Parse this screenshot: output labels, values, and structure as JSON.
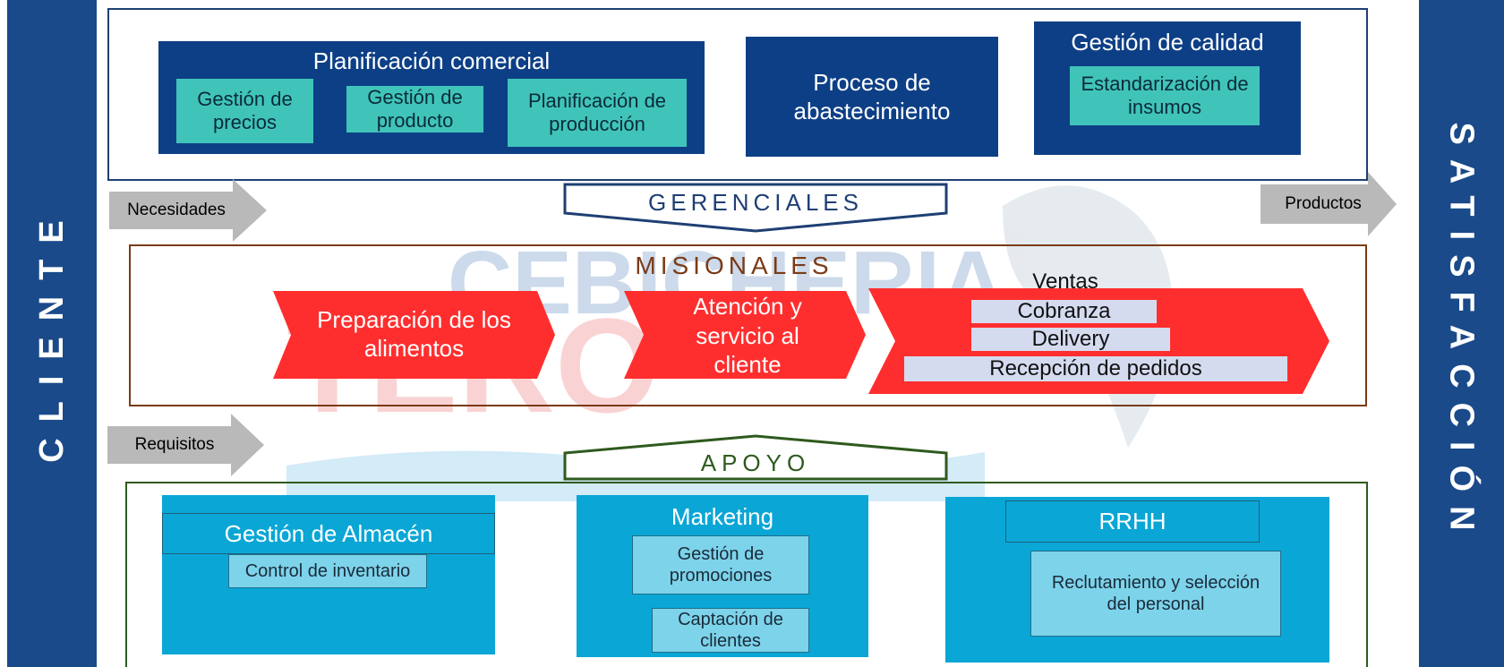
{
  "sides": {
    "left": "CLIENTE",
    "right": "SATISFACCIÓN"
  },
  "flow_labels": {
    "needs": "Necesidades",
    "products": "Productos",
    "requirements": "Requisitos"
  },
  "gerenciales": {
    "title": "GERENCIALES",
    "planificacion": {
      "title": "Planificación comercial",
      "items": [
        "Gestión de precios",
        "Gestión de producto",
        "Planificación de producción"
      ]
    },
    "abastecimiento": "Proceso de abastecimiento",
    "calidad": {
      "title": "Gestión de calidad",
      "item": "Estandarización de insumos"
    }
  },
  "misionales": {
    "title": "MISIONALES",
    "steps": [
      "Preparación de los alimentos",
      "Atención y servicio al cliente"
    ],
    "ventas": {
      "title": "Ventas",
      "items": [
        "Cobranza",
        "Delivery",
        "Recepción de pedidos"
      ]
    }
  },
  "apoyo": {
    "title": "APOYO",
    "almacen": {
      "title": "Gestión de Almacén",
      "item": "Control de inventario"
    },
    "marketing": {
      "title": "Marketing",
      "items": [
        "Gestión de promociones",
        "Captación de clientes"
      ]
    },
    "rrhh": {
      "title": "RRHH",
      "item": "Reclutamiento y selección del personal"
    }
  },
  "watermark": {
    "text_line1": "CEBICHERIA",
    "text_line2": "TERO"
  },
  "colors": {
    "side_bar": "#1a4a8a",
    "dark_box": "#0d3f86",
    "teal_box": "#40c4b9",
    "misional_red": "#ff2e2e",
    "support_cyan": "#0aa6d6",
    "light_cyan": "#7dd3ea",
    "lavender": "#d5dbef",
    "misional_border": "#7a3b17",
    "support_border": "#2f5a1e"
  },
  "icons": [
    "arrow-right-icon",
    "pentagon-down-icon",
    "pentagon-up-icon",
    "chevron-arrow-icon",
    "dolphin-watermark"
  ]
}
